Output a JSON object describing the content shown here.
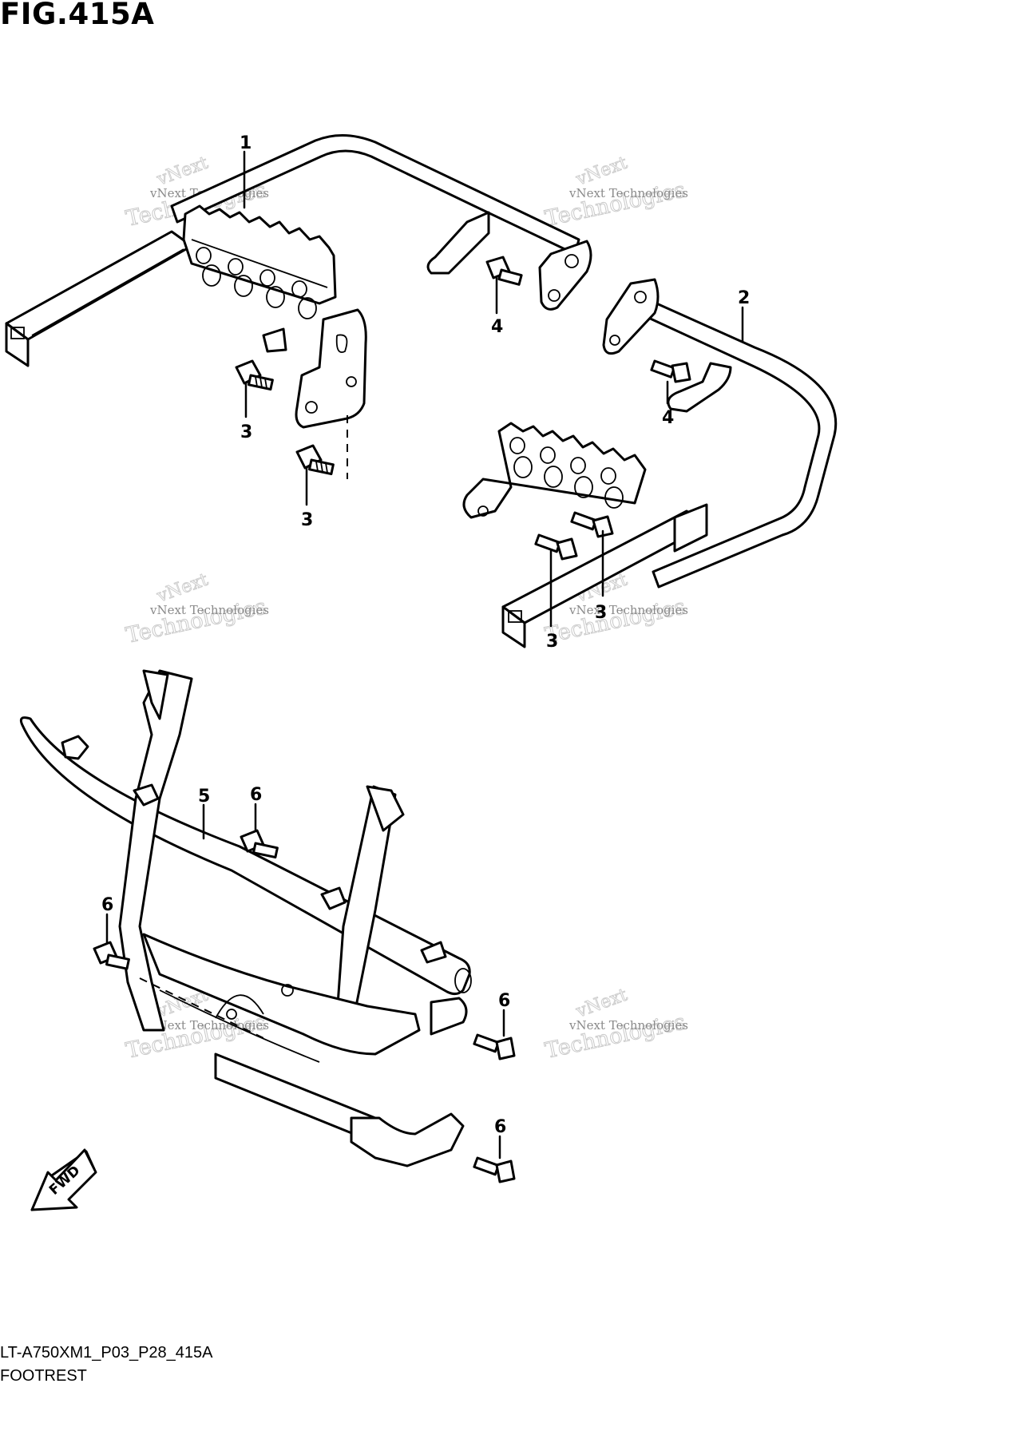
{
  "figure": {
    "title": "FIG.415A",
    "code": "LT-A750XM1_P03_P28_415A",
    "description": "FOOTREST"
  },
  "watermark": {
    "line1": "vNext Technologies",
    "line2": "Technologies",
    "line3": "vNext"
  },
  "callouts": [
    "1",
    "2",
    "3",
    "3",
    "3",
    "3",
    "4",
    "4",
    "5",
    "6",
    "6",
    "6",
    "6"
  ],
  "fwd_label": "FWD"
}
